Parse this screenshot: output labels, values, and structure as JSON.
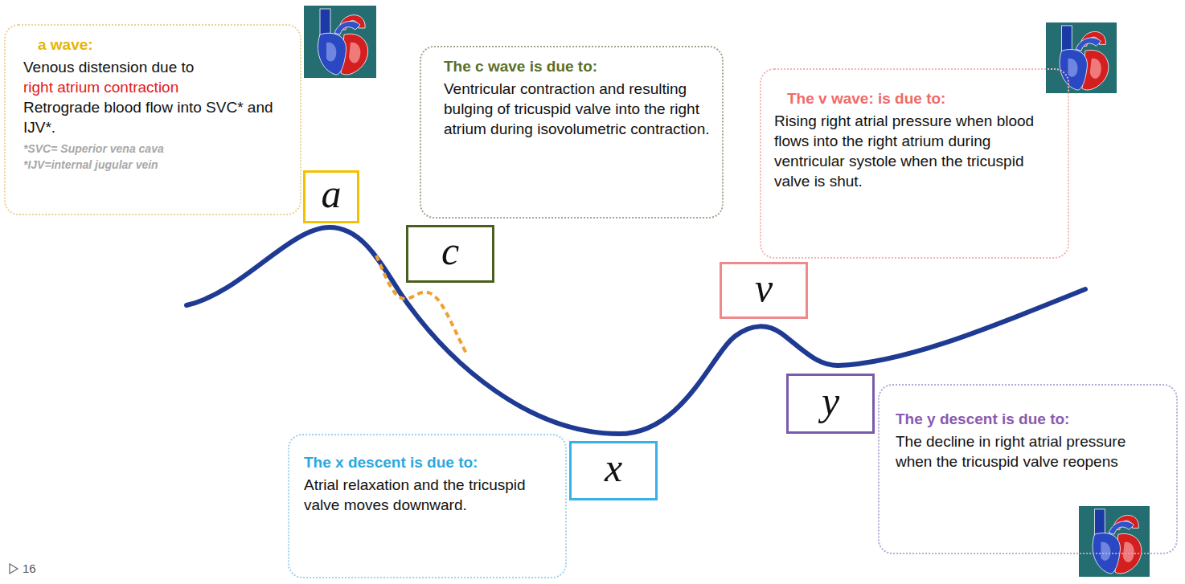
{
  "diagram": {
    "nodes": [
      {
        "text": [
          "a wave:",
          "Venous distension due to",
          "right atrium contraction",
          "Retrograde blood flow into SVC* and IJV*.",
          "*SVC= Superior vena cava",
          "*IJV=internal jugular vein"
        ]
      },
      {
        "text": [
          "The c wave is due to:",
          "Ventricular contraction and resulting bulging of tricuspid valve into the right atrium during isovolumetric contraction."
        ]
      },
      {
        "text": [
          "The v wave: is due to:",
          "Rising right atrial pressure when blood flows into the right atrium during ventricular systole when the tricuspid valve is shut."
        ]
      },
      {
        "text": [
          "a"
        ]
      },
      {
        "text": [
          "c"
        ]
      },
      {
        "text": [
          "v"
        ]
      },
      {
        "text": [
          "y"
        ]
      },
      {
        "text": [
          "The y descent is due to:",
          "The decline in right atrial pressure when the tricuspid valve reopens"
        ]
      },
      {
        "text": [
          "x"
        ]
      },
      {
        "text": [
          "The x descent is due to:",
          "Atrial relaxation and the tricuspid valve moves downward."
        ]
      }
    ],
    "labels": [
      "16"
    ]
  }
}
